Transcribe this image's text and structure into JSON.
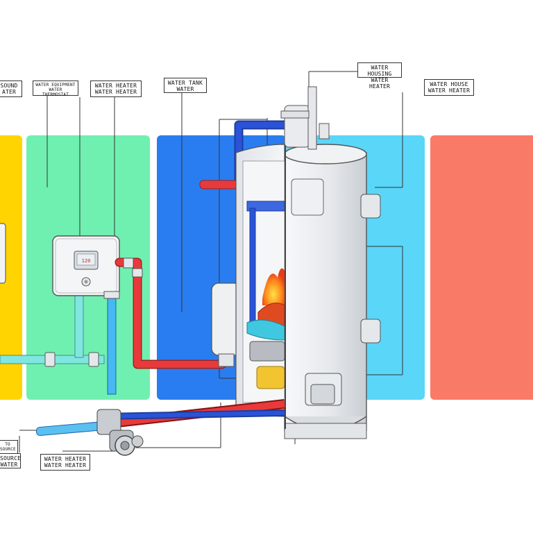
{
  "colors": {
    "yellow_panel": "#ffd400",
    "green_panel": "#6ff0b0",
    "blue_panel": "#2a7df0",
    "cyan_panel": "#5ad6f8",
    "salmon_panel": "#fa7a68",
    "hot_pipe": "#e83a3a",
    "cold_pipe": "#2b53d8",
    "teal_pipe": "#3fc8e0",
    "tank_body": "#e9ebee"
  },
  "labels": [
    {
      "id": "label-left-edge",
      "text": "SOUND\nATER"
    },
    {
      "id": "label-thermostat",
      "text": "WATER EQUIPMENT\nWATER THERMOSTAT"
    },
    {
      "id": "label-water-heater-top",
      "text": "WATER HEATER\nWATER HEATER"
    },
    {
      "id": "label-water-tank",
      "text": "WATER TANK\nWATER"
    },
    {
      "id": "label-top-valve",
      "text": "WATER HOUSING\nWATER HEATER"
    },
    {
      "id": "label-water-heater-right",
      "text": "WATER HOUSE\nWATER HEATER"
    },
    {
      "id": "label-bottom-left-small",
      "text": "TO\nSOURCE"
    },
    {
      "id": "label-bottom-left",
      "text": "SOURCE\nWATER"
    },
    {
      "id": "label-bottom-heater",
      "text": "WATER HEATER\nWATER HEATER"
    }
  ],
  "controller": {
    "display": "120"
  }
}
